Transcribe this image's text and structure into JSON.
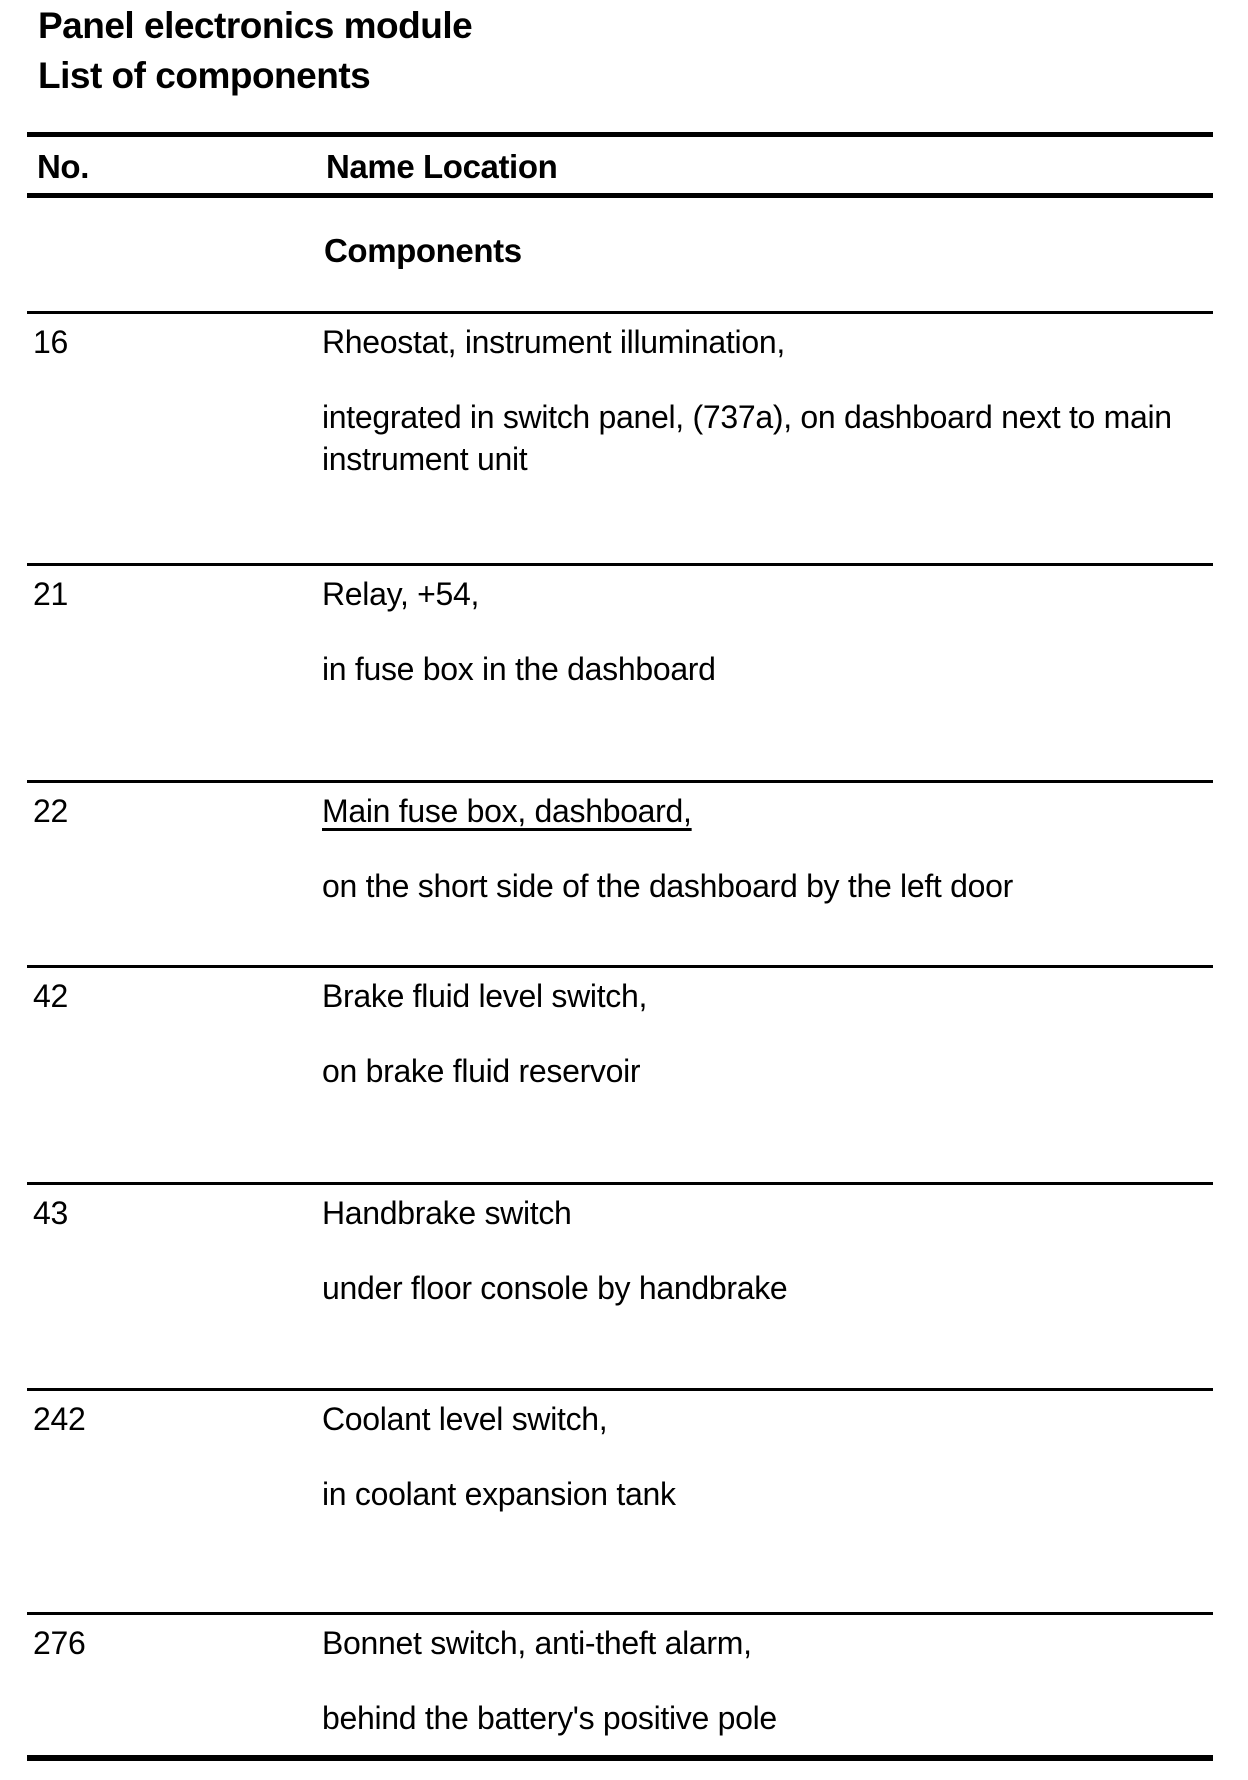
{
  "page": {
    "title_line1": "Panel electronics module",
    "title_line2": "List of components"
  },
  "table": {
    "col_no_header": "No.",
    "col_name_header": "Name Location",
    "section_header": "Components",
    "rows": [
      {
        "no": "16",
        "name": "Rheostat, instrument illumination,",
        "underline": false,
        "location": "integrated in switch panel, (737a), on dashboard next to main instrument unit"
      },
      {
        "no": "21",
        "name": "Relay, +54,",
        "underline": false,
        "location": "in fuse box in the dashboard"
      },
      {
        "no": "22",
        "name": "Main fuse box, dashboard,",
        "underline": true,
        "location": "on the short side of the dashboard by the left door"
      },
      {
        "no": "42",
        "name": "Brake fluid level switch,",
        "underline": false,
        "location": "on brake fluid reservoir"
      },
      {
        "no": "43",
        "name": "Handbrake switch",
        "underline": false,
        "location": "under floor console by handbrake"
      },
      {
        "no": "242",
        "name": "Coolant level switch,",
        "underline": false,
        "location": "in coolant expansion tank"
      },
      {
        "no": "276",
        "name": "Bonnet switch, anti-theft alarm,",
        "underline": false,
        "location": "behind the battery's positive pole"
      }
    ]
  }
}
